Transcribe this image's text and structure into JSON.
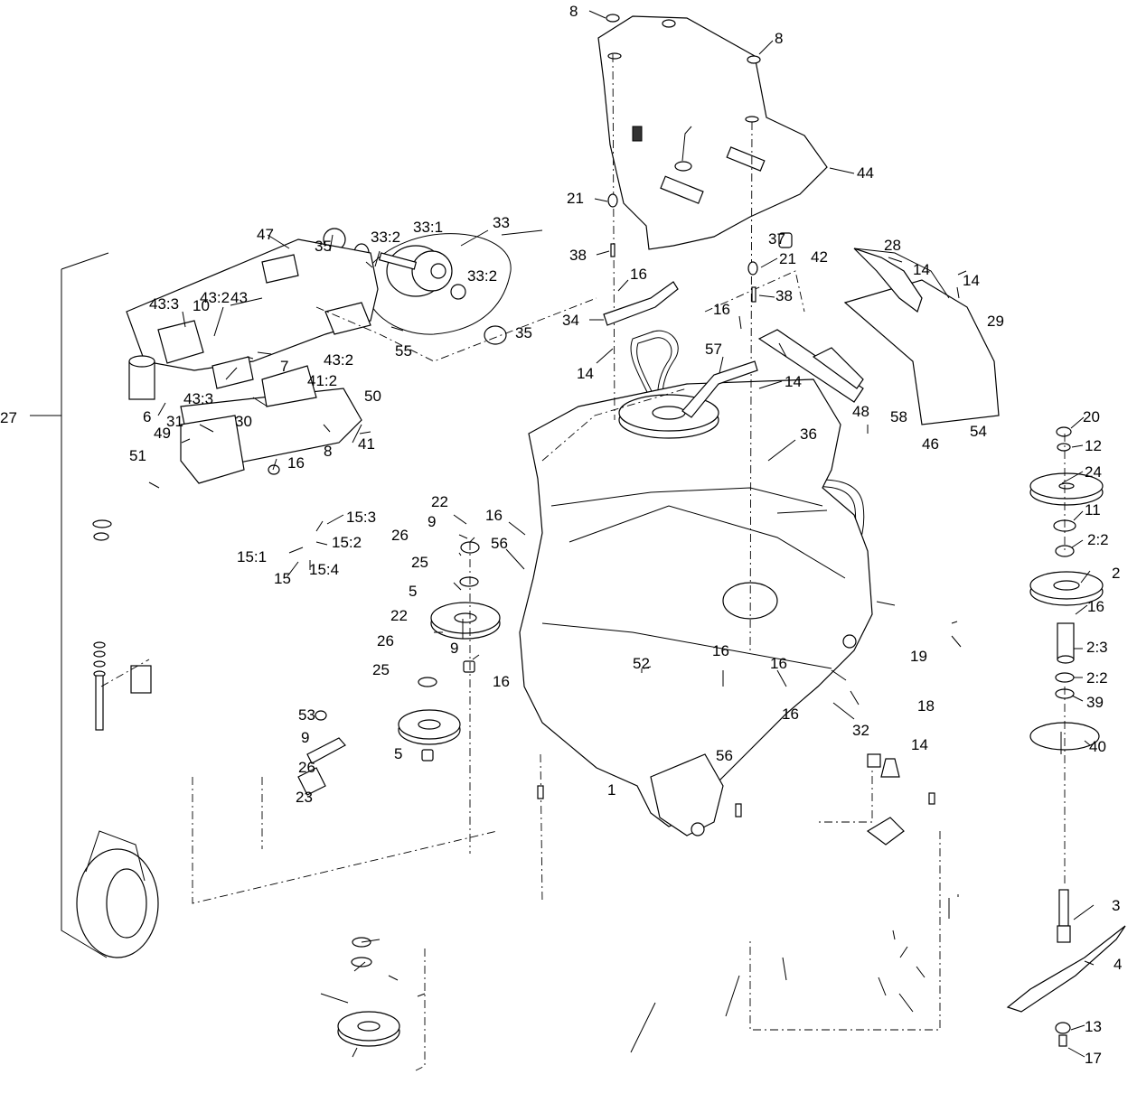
{
  "labels": {
    "l1": "1",
    "l2": "2",
    "l2_2a": "2:2",
    "l2_2b": "2:2",
    "l2_3": "2:3",
    "l3": "3",
    "l4": "4",
    "l5a": "5",
    "l5b": "5",
    "l6": "6",
    "l7": "7",
    "l8a": "8",
    "l8b": "8",
    "l8c": "8",
    "l9a": "9",
    "l9b": "9",
    "l9c": "9",
    "l10": "10",
    "l11": "11",
    "l12": "12",
    "l13": "13",
    "l14a": "14",
    "l14b": "14",
    "l14c": "14",
    "l14d": "14",
    "l14e": "14",
    "l15": "15",
    "l15_1": "15:1",
    "l15_2": "15:2",
    "l15_3": "15:3",
    "l15_4": "15:4",
    "l16a": "16",
    "l16b": "16",
    "l16c": "16",
    "l16d": "16",
    "l16e": "16",
    "l16f": "16",
    "l16g": "16",
    "l16h": "16",
    "l16i": "16",
    "l17": "17",
    "l18": "18",
    "l19": "19",
    "l20": "20",
    "l21a": "21",
    "l21b": "21",
    "l22a": "22",
    "l22b": "22",
    "l23": "23",
    "l24": "24",
    "l25a": "25",
    "l25b": "25",
    "l26a": "26",
    "l26b": "26",
    "l26c": "26",
    "l27": "27",
    "l28": "28",
    "l29": "29",
    "l30": "30",
    "l31": "31",
    "l32": "32",
    "l33": "33",
    "l33_1": "33:1",
    "l33_2a": "33:2",
    "l33_2b": "33:2",
    "l34": "34",
    "l35a": "35",
    "l35b": "35",
    "l36": "36",
    "l37": "37",
    "l38a": "38",
    "l38b": "38",
    "l39": "39",
    "l40": "40",
    "l41": "41",
    "l41_2": "41:2",
    "l42": "42",
    "l43": "43",
    "l43_2a": "43:2",
    "l43_2b": "43:2",
    "l43_3a": "43:3",
    "l43_3b": "43:3",
    "l44": "44",
    "l46": "46",
    "l47": "47",
    "l48": "48",
    "l49": "49",
    "l50": "50",
    "l51": "51",
    "l52": "52",
    "l53": "53",
    "l54": "54",
    "l55": "55",
    "l56a": "56",
    "l56b": "56",
    "l57": "57",
    "l58": "58"
  }
}
